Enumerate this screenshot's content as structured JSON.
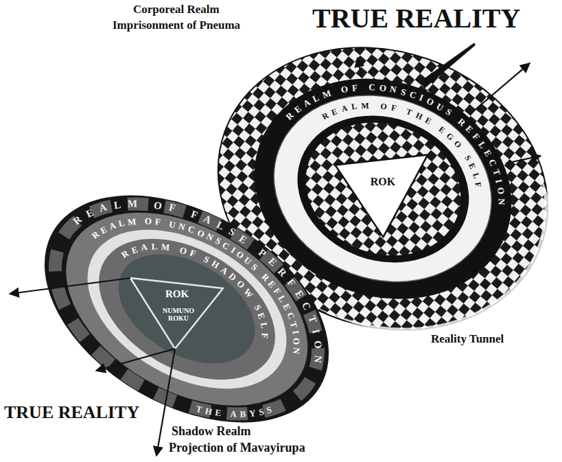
{
  "diagram": {
    "nodes": [
      {
        "text": [
          "REALM OF CONSCIOUS REFLECTION"
        ]
      },
      {
        "text": [
          "REALM OF THE EGO SELF"
        ],
        "in": 0
      },
      {
        "text": [
          "ROK"
        ],
        "in": 1
      },
      {
        "text": [
          "REALM OF FALSE PERFECTION",
          "THE ABYSS"
        ]
      },
      {
        "text": [
          "REALM OF UNCONSCIOUS REFLECTION"
        ],
        "in": 3
      },
      {
        "text": [
          "REALM OF SHADOW SELF"
        ],
        "in": 4
      },
      {
        "text": [
          "ROK",
          "NUMUNO ROKU"
        ],
        "in": 5
      }
    ],
    "labels": [
      "Corporeal Realm",
      "Imprisonment of Pneuma",
      "TRUE REALITY",
      "Reality Tunnel",
      "TRUE REALITY",
      "Shadow Realm",
      "Projection of Mavayirupa"
    ]
  }
}
